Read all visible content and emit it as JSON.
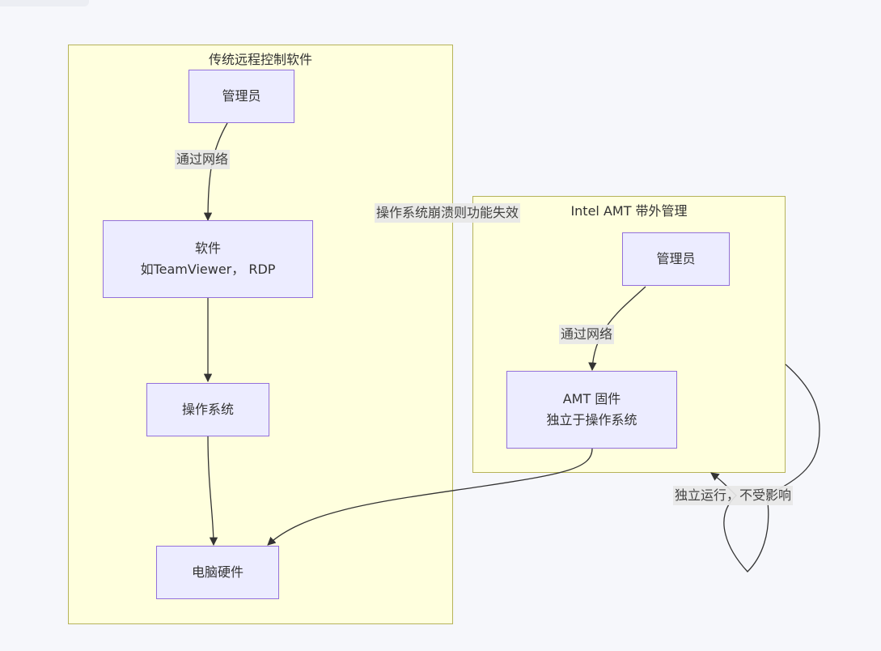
{
  "clusters": {
    "traditional": {
      "title": "传统远程控制软件"
    },
    "amt": {
      "title": "Intel AMT 带外管理"
    }
  },
  "nodes": {
    "admin_trad": {
      "label": "管理员"
    },
    "software": {
      "line1": "软件",
      "line2": "如TeamViewer， RDP"
    },
    "os": {
      "label": "操作系统"
    },
    "hardware": {
      "label": "电脑硬件"
    },
    "admin_amt": {
      "label": "管理员"
    },
    "amt_fw": {
      "line1": "AMT 固件",
      "line2": "独立于操作系统"
    }
  },
  "edge_labels": {
    "via_network_trad": "通过网络",
    "os_crash": "操作系统崩溃则功能失效",
    "via_network_amt": "通过网络",
    "independent": "独立运行，不受影响"
  },
  "colors": {
    "cluster_fill": "#ffffde",
    "cluster_stroke": "#b6b35a",
    "node_fill": "#ececff",
    "node_stroke": "#9370db",
    "edge": "#333333",
    "label_bg": "#e8e8e8"
  }
}
